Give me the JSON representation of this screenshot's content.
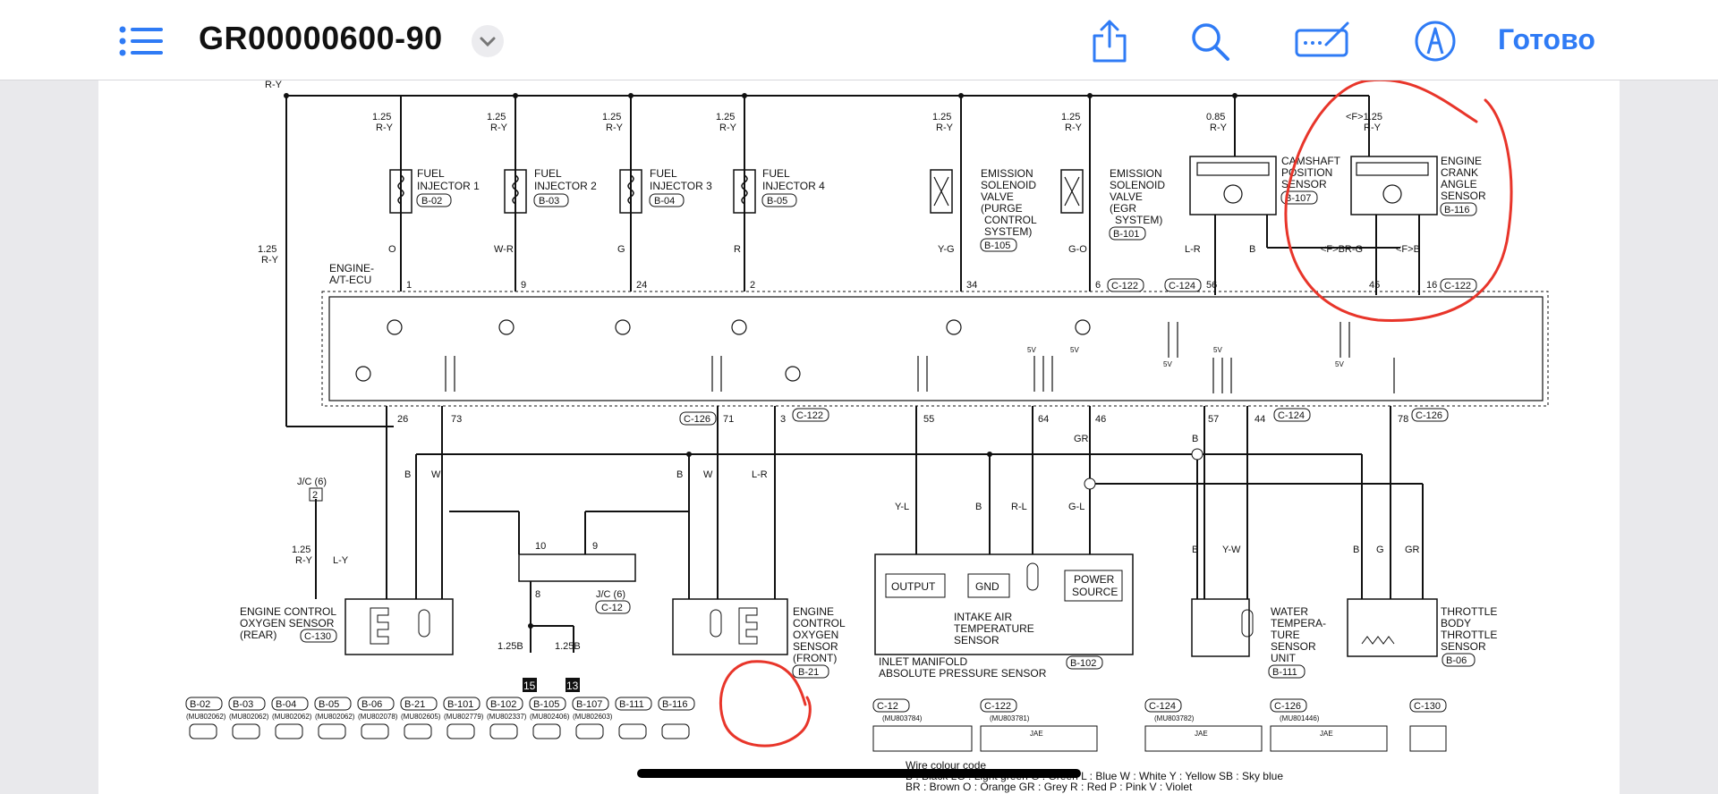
{
  "toolbar": {
    "title": "GR00000600-90",
    "done_label": "Готово",
    "accent_color": "#2f7bf5",
    "icons": [
      "list-icon",
      "chevron-down-icon",
      "share-icon",
      "search-icon",
      "markup-icon",
      "pen-icon"
    ]
  },
  "diagram": {
    "supply_wire": "R-Y",
    "components": {
      "fi1": {
        "name1": "FUEL",
        "name2": "INJECTOR 1",
        "conn": "B-02",
        "gauge": "1.25",
        "gauge_color": "R-Y",
        "out_color": "O",
        "pin": "1"
      },
      "fi2": {
        "name1": "FUEL",
        "name2": "INJECTOR 2",
        "conn": "B-03",
        "gauge": "1.25",
        "gauge_color": "R-Y",
        "out_color": "W-R",
        "pin": "9"
      },
      "fi3": {
        "name1": "FUEL",
        "name2": "INJECTOR 3",
        "conn": "B-04",
        "gauge": "1.25",
        "gauge_color": "R-Y",
        "out_color": "G",
        "pin": "24"
      },
      "fi4": {
        "name1": "FUEL",
        "name2": "INJECTOR 4",
        "conn": "B-05",
        "gauge": "1.25",
        "gauge_color": "R-Y",
        "out_color": "R",
        "pin": "2"
      },
      "esv1": {
        "l1": "EMISSION",
        "l2": "SOLENOID",
        "l3": "VALVE",
        "l4": "(PURGE",
        "l5": "CONTROL",
        "l6": "SYSTEM)",
        "conn": "B-105",
        "gauge": "1.25",
        "gauge_color": "R-Y",
        "out_color": "Y-G",
        "pin": "34"
      },
      "esv2": {
        "l1": "EMISSION",
        "l2": "SOLENOID",
        "l3": "VALVE",
        "l4": "(EGR",
        "l5": "SYSTEM)",
        "conn": "B-101",
        "gauge": "1.25",
        "gauge_color": "R-Y",
        "out_color": "G-O",
        "pin": "6",
        "ecu_conn": "C-122"
      },
      "cam": {
        "l1": "CAMSHAFT",
        "l2": "POSITION",
        "l3": "SENSOR",
        "conn": "B-107",
        "gauge": "0.85",
        "gauge_color": "R-Y",
        "c1": "L-R",
        "c2": "B",
        "pin": "56",
        "ecu_conn": "C-124"
      },
      "crank": {
        "l1": "ENGINE",
        "l2": "CRANK",
        "l3": "ANGLE",
        "l4": "SENSOR",
        "conn": "B-116",
        "gauge": "<F>1.25",
        "gauge_color": "R-Y",
        "c1": "<F>BR-G",
        "c2": "<F>B",
        "pin1": "45",
        "pin2": "16",
        "ecu_conn": "C-122"
      }
    },
    "ecu": {
      "l1": "ENGINE-",
      "l2": "A/T-ECU"
    },
    "left_supply": {
      "gauge": "1.25",
      "color": "R-Y"
    },
    "bottom_pins": [
      "26",
      "73",
      "71",
      "3",
      "55",
      "64",
      "46",
      "57",
      "44",
      "78"
    ],
    "bottom_conns": [
      "C-126",
      "C-122",
      "C-124",
      "C-126"
    ],
    "jc": {
      "label": "J/C (6)",
      "num": "2",
      "gauge": "1.25",
      "color": "R-Y",
      "l_y": "L-Y",
      "jc_c12": "J/C (6)",
      "jc_conn": "C-12",
      "p10": "10",
      "p9": "9",
      "p8": "8",
      "b1": "1.25B",
      "b2": "1.25B",
      "g1": "15",
      "g2": "13"
    },
    "o2_rear": {
      "l1": "ENGINE CONTROL",
      "l2": "OXYGEN SENSOR",
      "l3": "(REAR)",
      "conn": "C-130"
    },
    "o2_front": {
      "l1": "ENGINE",
      "l2": "CONTROL",
      "l3": "OXYGEN",
      "l4": "SENSOR",
      "l5": "(FRONT)",
      "conn": "B-21"
    },
    "map": {
      "output": "OUTPUT",
      "gnd": "GND",
      "power1": "POWER",
      "power2": "SOURCE",
      "iat1": "INTAKE AIR",
      "iat2": "TEMPERATURE",
      "iat3": "SENSOR",
      "l1": "INLET MANIFOLD",
      "l2": "ABSOLUTE PRESSURE SENSOR",
      "conn": "B-102"
    },
    "wts": {
      "l1": "WATER",
      "l2": "TEMPERA-",
      "l3": "TURE",
      "l4": "SENSOR",
      "l5": "UNIT",
      "conn": "B-111"
    },
    "tps": {
      "l1": "THROTTLE",
      "l2": "BODY",
      "l3": "THROTTLE",
      "l4": "SENSOR",
      "conn": "B-06"
    },
    "wire_labels": {
      "b": "B",
      "w": "W",
      "lr": "L-R",
      "yl": "Y-L",
      "rl": "R-L",
      "gl": "G-L",
      "gr": "GR",
      "yw": "Y-W",
      "g": "G"
    },
    "connector_legend": [
      "B-02",
      "B-03",
      "B-04",
      "B-05",
      "B-06",
      "B-21",
      "B-101",
      "B-102",
      "B-105",
      "B-107",
      "B-111",
      "B-116"
    ],
    "connector_codes": [
      "(MU802062)",
      "(MU802062)",
      "(MU802062)",
      "(MU802062)",
      "(MU802078)",
      "(MU802605)",
      "(MU802779)",
      "(MU802337)",
      "(MU802406)",
      "(MU802603)"
    ],
    "connector_legend2": [
      "C-12",
      "C-122",
      "C-124",
      "C-126",
      "C-130"
    ],
    "connector_codes2": [
      "(MU803784)",
      "(MU803781)",
      "(MU803782)",
      "(MU801446)"
    ],
    "jae": "JAE",
    "wire_colour": {
      "title": "Wire colour code",
      "line1": "B : Black    LG : Light green    G : Green    L : Blue    W : White    Y : Yellow    SB : Sky blue",
      "line2": "BR : Brown    O : Orange    GR : Grey    R : Red    P : Pink    V : Violet"
    }
  }
}
